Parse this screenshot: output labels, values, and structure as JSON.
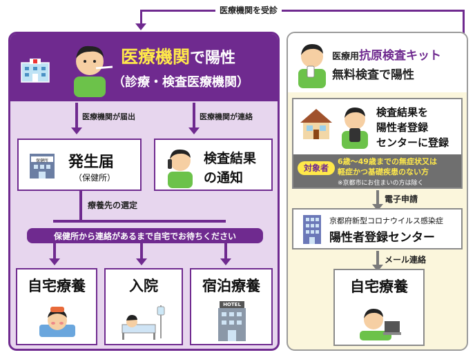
{
  "top_arrow_label": "医療機関を受診",
  "left": {
    "title_strong": "医療機関",
    "title_rest": "で陽性",
    "subtitle": "（診療・検査医療機関）",
    "label_report": "医療機関が届出",
    "label_contact": "医療機関が連絡",
    "box_notice": {
      "title": "発生届",
      "sub": "（保健所）",
      "icon_text": "保健所"
    },
    "box_result": {
      "line1": "検査結果",
      "line2": "の通知"
    },
    "label_select": "療養先の選定",
    "pill_text": "保健所から連絡があるまで自宅でお待ちください",
    "outcomes": [
      "自宅療養",
      "入院",
      "宿泊療養"
    ],
    "hotel_sign": "HOTEL"
  },
  "right": {
    "title_line1_pre": "医療用",
    "title_line1_strong": "抗原検査キット",
    "title_line2": "無料検査で陽性",
    "register": {
      "line1": "検査結果を",
      "line2": "陽性者登録",
      "line3": "センターに登録"
    },
    "target_badge": "対象者",
    "target_line1": "6歳～49歳までの無症状又は",
    "target_line2": "軽症かつ基礎疾患のない方",
    "target_note": "※京都市にお住まいの方は除く",
    "label_apply": "電子申請",
    "center": {
      "line1": "京都府新型コロナウイルス感染症",
      "line2": "陽性者登録センター"
    },
    "label_mail": "メール連絡",
    "outcome": "自宅療養"
  },
  "colors": {
    "purple": "#6f2a8f",
    "light_purple": "#e7d6ee",
    "yellow": "#ffe94a",
    "cream": "#fbf6dc",
    "gray": "#7a7a7a"
  }
}
